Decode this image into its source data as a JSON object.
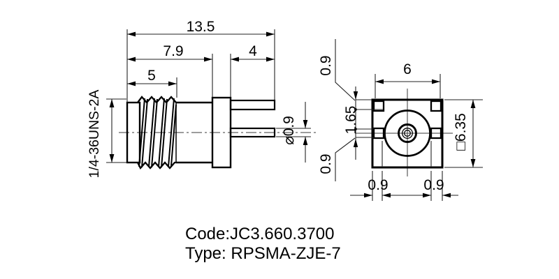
{
  "side_view": {
    "dim_total_length": "13.5",
    "dim_body_length": "7.9",
    "dim_pin_length": "4",
    "dim_thread_length": "5",
    "thread_spec": "1/4-36UNS-2A",
    "dim_pin_diameter": "⌀0.9"
  },
  "front_view": {
    "dim_pin_span": "6",
    "dim_flange_square": "□6.35",
    "dim_corner_pin": "0.9",
    "dim_pin_gap": "1.65",
    "dim_side_pin": "0.9",
    "dim_bottom_left_pin": "0.9",
    "dim_bottom_right_pin": "0.9"
  },
  "footer": {
    "code": "Code:JC3.660.3700",
    "type": "Type: RPSMA-ZJE-7"
  },
  "colors": {
    "part_line": "#000000",
    "dimension_line": "#222222",
    "background": "#ffffff"
  }
}
